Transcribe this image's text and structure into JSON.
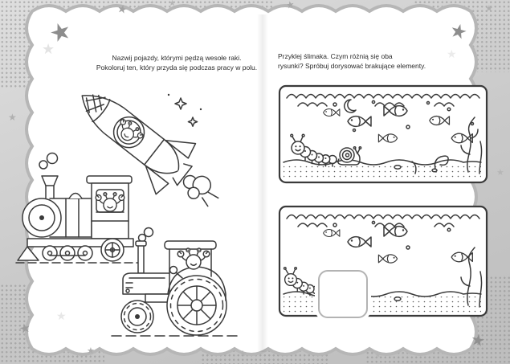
{
  "colors": {
    "ink": "#3a3a3a",
    "border_gray": "#b6b6b6",
    "page_white": "#ffffff"
  },
  "left_page": {
    "instructions": [
      "Nazwij pojazdy, którymi pędzą wesołe raki.",
      "Pokoloruj ten, który przyda się podczas pracy w polu."
    ]
  },
  "right_page": {
    "instructions": [
      "Przyklej ślimaka. Czym różnią się oba",
      "rysunki? Spróbuj dorysować brakujące elementy."
    ]
  }
}
